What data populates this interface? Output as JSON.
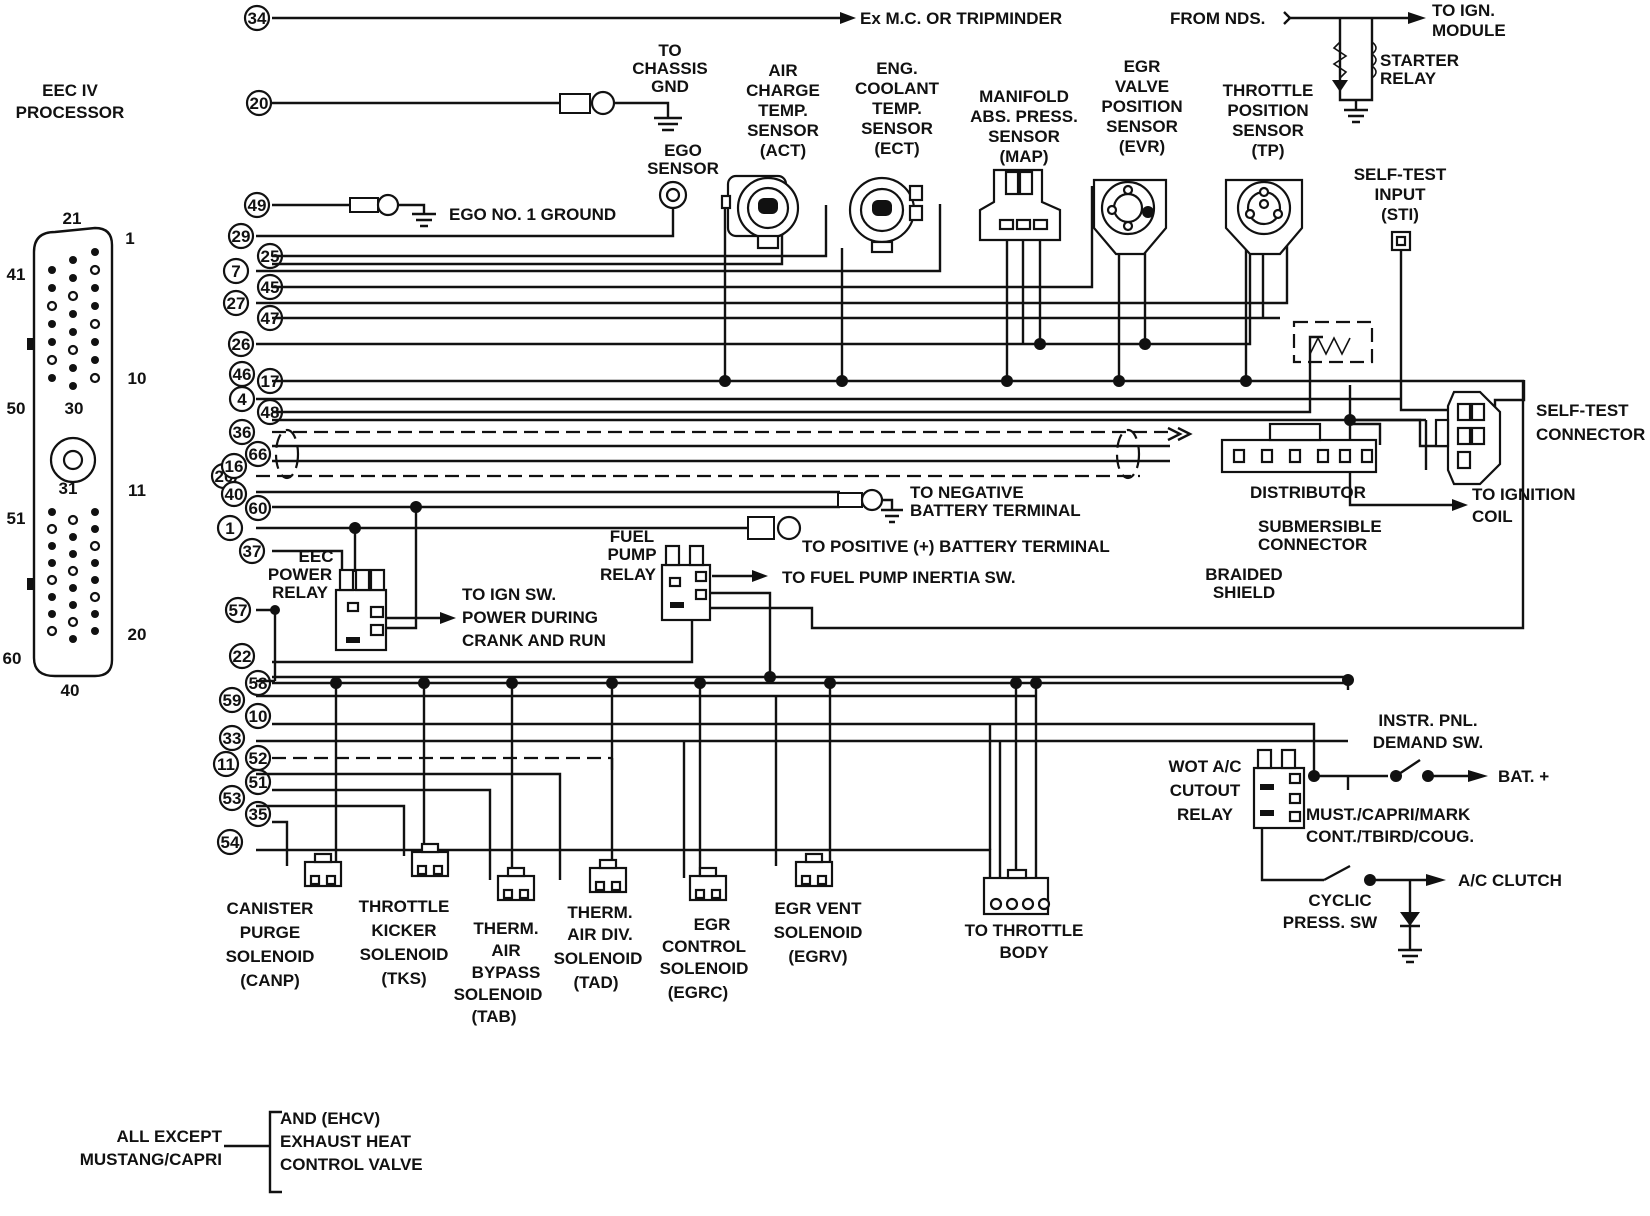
{
  "processor": {
    "title": [
      "EEC IV",
      "PROCESSOR"
    ]
  },
  "connector_numbers": [
    "21",
    "1",
    "41",
    "10",
    "50",
    "30",
    "31",
    "11",
    "51",
    "20",
    "60",
    "40"
  ],
  "pins": [
    "34",
    "20",
    "49",
    "29",
    "25",
    "7",
    "45",
    "27",
    "47",
    "26",
    "46",
    "17",
    "4",
    "48",
    "36",
    "66",
    "20",
    "16",
    "40",
    "60",
    "1",
    "37",
    "57",
    "22",
    "58",
    "59",
    "10",
    "33",
    "52",
    "11",
    "51",
    "53",
    "35",
    "54"
  ],
  "labels": {
    "ex_mc": "Ex M.C. OR TRIPMINDER",
    "from_nds": "FROM NDS.",
    "to_ign_module": [
      "TO IGN.",
      "MODULE"
    ],
    "starter_relay": [
      "STARTER",
      "RELAY"
    ],
    "to_chassis_gnd": [
      "TO",
      "CHASSIS",
      "GND"
    ],
    "ego_sensor": [
      "EGO",
      "SENSOR"
    ],
    "ego_ground": "EGO NO. 1 GROUND",
    "act": [
      "AIR",
      "CHARGE",
      "TEMP.",
      "SENSOR",
      "(ACT)"
    ],
    "ect": [
      "ENG.",
      "COOLANT",
      "TEMP.",
      "SENSOR",
      "(ECT)"
    ],
    "map": [
      "MANIFOLD",
      "ABS. PRESS.",
      "SENSOR",
      "(MAP)"
    ],
    "evr": [
      "EGR",
      "VALVE",
      "POSITION",
      "SENSOR",
      "(EVR)"
    ],
    "tp": [
      "THROTTLE",
      "POSITION",
      "SENSOR",
      "(TP)"
    ],
    "sti": [
      "SELF-TEST",
      "INPUT",
      "(STI)"
    ],
    "self_test_connector": [
      "SELF-TEST",
      "CONNECTOR"
    ],
    "to_neg_battery": [
      "TO NEGATIVE",
      "BATTERY TERMINAL"
    ],
    "to_pos_battery": "TO POSITIVE (+) BATTERY TERMINAL",
    "distributor": "DISTRIBUTOR",
    "to_ignition_coil": [
      "TO IGNITION",
      "COIL"
    ],
    "submersible_connector": [
      "SUBMERSIBLE",
      "CONNECTOR"
    ],
    "braided_shield": [
      "BRAIDED",
      "SHIELD"
    ],
    "eec_power_relay": [
      "EEC",
      "POWER",
      "RELAY"
    ],
    "to_ign_sw": [
      "TO IGN SW.",
      "POWER DURING",
      "CRANK AND RUN"
    ],
    "fuel_pump_relay": [
      "FUEL",
      "PUMP",
      "RELAY"
    ],
    "to_fuel_pump_inertia": "TO FUEL PUMP INERTIA SW.",
    "instr_pnl": [
      "INSTR. PNL.",
      "DEMAND SW."
    ],
    "wot_relay": [
      "WOT A/C",
      "CUTOUT",
      "RELAY"
    ],
    "bat_plus": "BAT. +",
    "must_capri": [
      "MUST./CAPRI/MARK",
      "CONT./TBIRD/COUG."
    ],
    "ac_clutch": "A/C CLUTCH",
    "cyclic_press": [
      "CYCLIC",
      "PRESS. SW"
    ],
    "canp": [
      "CANISTER",
      "PURGE",
      "SOLENOID",
      "(CANP)"
    ],
    "tks": [
      "THROTTLE",
      "KICKER",
      "SOLENOID",
      "(TKS)"
    ],
    "tab": [
      "THERM.",
      "AIR",
      "BYPASS",
      "SOLENOID",
      "(TAB)"
    ],
    "tad": [
      "THERM.",
      "AIR DIV.",
      "SOLENOID",
      "(TAD)"
    ],
    "egrc": [
      "EGR",
      "CONTROL",
      "SOLENOID",
      "(EGRC)"
    ],
    "egrv": [
      "EGR VENT",
      "SOLENOID",
      "(EGRV)"
    ],
    "throttle_body": [
      "TO THROTTLE",
      "BODY"
    ],
    "legend_left": [
      "ALL EXCEPT",
      "MUSTANG/CAPRI"
    ],
    "legend_right": [
      "AND (EHCV)",
      "EXHAUST HEAT",
      "CONTROL VALVE"
    ]
  }
}
